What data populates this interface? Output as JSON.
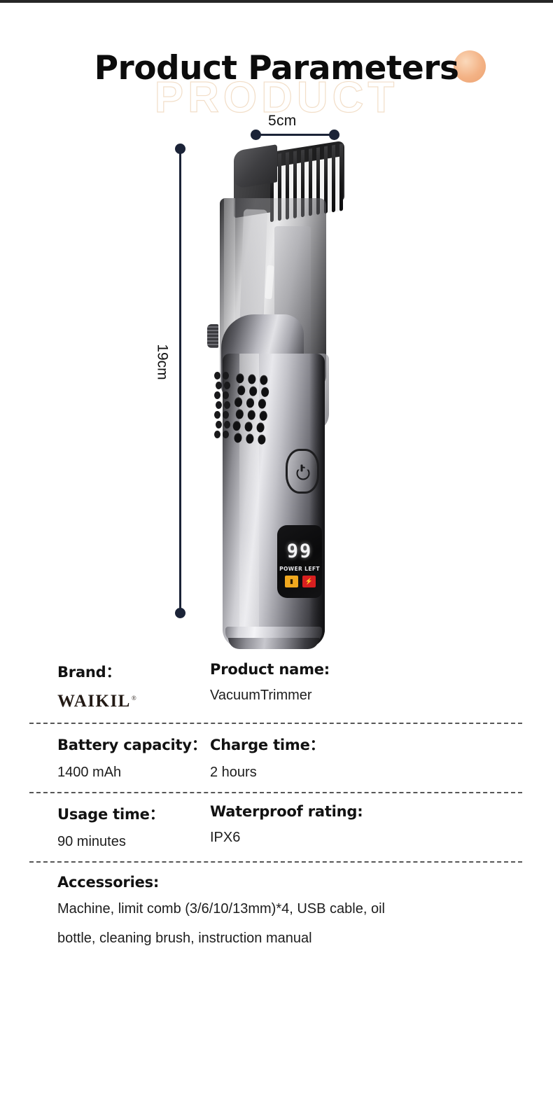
{
  "header": {
    "title": "Product Parameters",
    "watermark": "PRODUCT",
    "accent_color": "#f3b285"
  },
  "product_image": {
    "dimension_width": "5cm",
    "dimension_height": "19cm",
    "display": {
      "digits": "99",
      "caption": "POWER LEFT",
      "icon_amber": "battery-amber-icon",
      "icon_red": "battery-red-icon"
    },
    "power_button": "power-icon"
  },
  "specs": {
    "rows": [
      {
        "label1": "Brand：",
        "value1": "WAIKIL",
        "value1_sup": "®",
        "label2": "Product name:",
        "value2": "VacuumTrimmer"
      },
      {
        "label1": "Battery capacity：",
        "value1": "1400 mAh",
        "label2": "Charge time：",
        "value2": "2 hours"
      },
      {
        "label1": "Usage time：",
        "value1": "90 minutes",
        "label2": "Waterproof rating:",
        "value2": "IPX6"
      }
    ],
    "accessories": {
      "label": "Accessories:",
      "line1": "Machine, limit comb (3/6/10/13mm)*4, USB cable, oil",
      "line2": "bottle, cleaning brush, instruction manual"
    }
  }
}
